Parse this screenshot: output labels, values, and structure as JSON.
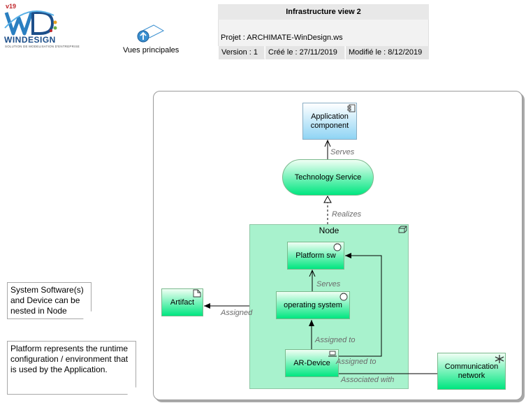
{
  "logo": {
    "version": "v19",
    "brand": "WINDESIGN",
    "tagline": "SOLUTION DE MODELISATION D'ENTREPRISE"
  },
  "nav": {
    "link_label": "Vues principales"
  },
  "title_block": {
    "title": "Infrastructure view 2",
    "project": "Projet : ARCHIMATE-WinDesign.ws",
    "version": "Version : 1",
    "created": "Créé le : 27/11/2019",
    "modified": "Modifié le : 8/12/2019"
  },
  "diagram": {
    "elements": {
      "app_component": "Application component",
      "tech_service": "Technology Service",
      "node": "Node",
      "platform_sw": "Platform sw",
      "operating_system": "operating system",
      "ar_device": "AR-Device",
      "artifact": "Artifact",
      "comm_network": "Communication network"
    },
    "relations": {
      "serves_top": "Serves",
      "realizes": "Realizes",
      "serves_inner": "Serves",
      "assigned_artifact": "Assigned",
      "assigned_os": "Assigned to",
      "assigned_platform": "Assigned to",
      "associated": "Associated with"
    },
    "notes": {
      "note1": "System Software(s) and Device can be nested in Node",
      "note2": "Platform represents the runtime configuration / environment that is used by the Application."
    }
  },
  "colors": {
    "element_green": "#00e680",
    "node_fill": "#a8f2cd",
    "app_blue": "#8fd4f4"
  }
}
